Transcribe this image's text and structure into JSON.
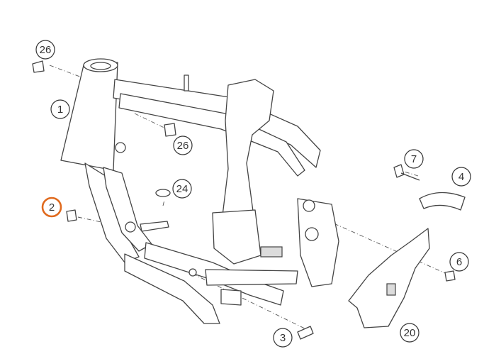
{
  "diagram": {
    "highlight_color": "#e06a1e",
    "callouts": [
      {
        "id": "c26a",
        "label": "26"
      },
      {
        "id": "c1",
        "label": "1"
      },
      {
        "id": "c26b",
        "label": "26"
      },
      {
        "id": "c24",
        "label": "24"
      },
      {
        "id": "c2",
        "label": "2",
        "highlighted": true
      },
      {
        "id": "c7",
        "label": "7"
      },
      {
        "id": "c4",
        "label": "4"
      },
      {
        "id": "c6",
        "label": "6"
      },
      {
        "id": "c3",
        "label": "3"
      },
      {
        "id": "c20",
        "label": "20"
      }
    ]
  }
}
